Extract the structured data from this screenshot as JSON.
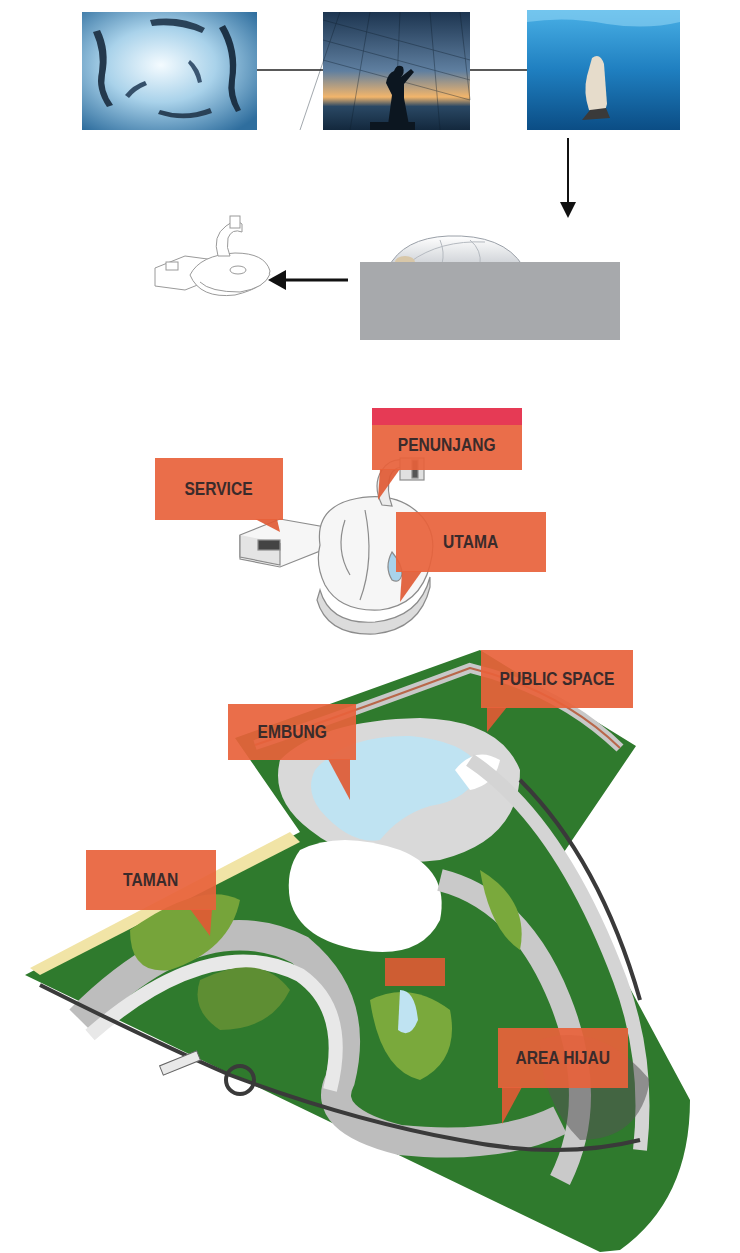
{
  "diagram": {
    "nodes": [
      {
        "text": [
          "PENUNJANG"
        ]
      },
      {
        "text": [
          "SERVICE"
        ]
      },
      {
        "text": [
          "UTAMA"
        ]
      },
      {
        "text": [
          "PUBLIC SPACE"
        ]
      },
      {
        "text": [
          "EMBUNG"
        ]
      },
      {
        "text": [
          "TAMAN"
        ]
      },
      {
        "text": [
          "AREA HIJAU"
        ]
      }
    ]
  }
}
